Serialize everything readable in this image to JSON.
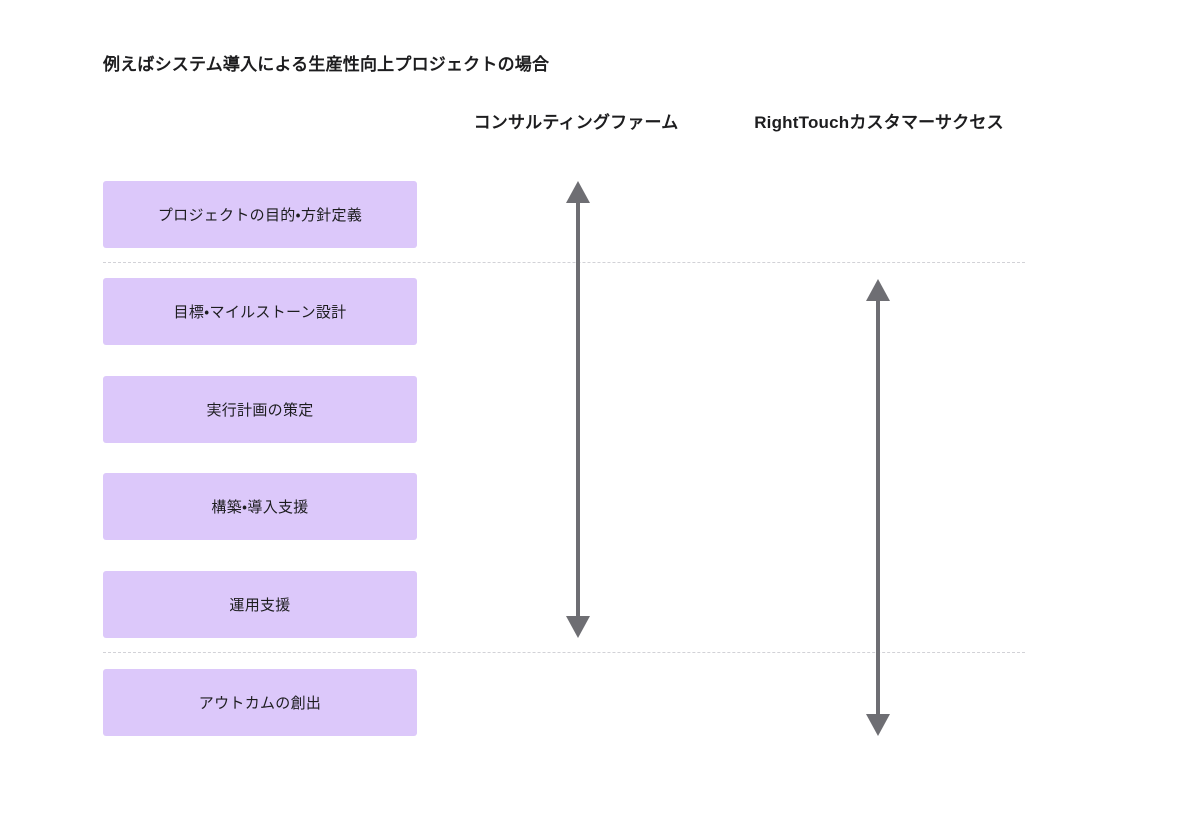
{
  "page": {
    "title": "例えばシステム導入による生産性向上プロジェクトの場合",
    "background_color": "#ffffff"
  },
  "columns": [
    {
      "id": "consulting-firm",
      "label": "コンサルティングファーム"
    },
    {
      "id": "righttouch-customer-success",
      "label": "RightTouchカスタマーサクセス"
    }
  ],
  "stages": [
    {
      "label": "プロジェクトの目的・方針定義"
    },
    {
      "label": "目標・マイルストーン設計"
    },
    {
      "label": "実行計画の策定"
    },
    {
      "label": "構築・導入支援"
    },
    {
      "label": "運用支援"
    },
    {
      "label": "アウトカムの創出"
    }
  ],
  "arrows": [
    {
      "id": "consulting-firm-scope-arrow",
      "column": "consulting-firm",
      "style": "double-headed-vertical",
      "color": "#6E6E73",
      "covers_stages": [
        "プロジェクトの目的・方針定義",
        "目標・マイルストーン設計",
        "実行計画の策定",
        "構築・導入支援",
        "運用支援"
      ]
    },
    {
      "id": "righttouch-scope-arrow",
      "column": "righttouch-customer-success",
      "style": "double-headed-vertical",
      "color": "#6E6E73",
      "covers_stages": [
        "目標・マイルストーン設計",
        "実行計画の策定",
        "構築・導入支援",
        "運用支援",
        "アウトカムの創出"
      ]
    }
  ],
  "dividers": [
    {
      "id": "divider-after-purpose-definition",
      "color": "#d2d2d7",
      "style": "dashed"
    },
    {
      "id": "divider-before-outcome",
      "color": "#d2d2d7",
      "style": "dashed"
    }
  ],
  "theme": {
    "stage_box_color": "#DCC8FA",
    "text_color": "#1d1d1f",
    "arrow_color": "#6E6E73",
    "divider_color": "#d2d2d7"
  }
}
